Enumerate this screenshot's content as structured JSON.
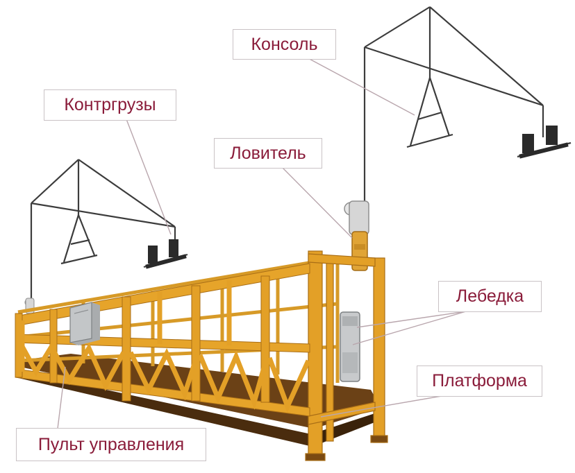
{
  "labels": {
    "console": "Консоль",
    "counterweights": "Контргрузы",
    "catcher": "Ловитель",
    "winch": "Лебедка",
    "platform": "Платформа",
    "control_panel": "Пульт управления"
  },
  "colors": {
    "label_text": "#8a1c3a",
    "label_border": "#c9c2c5",
    "leader_line": "#b9a6ad",
    "frame": "#e3a027",
    "frame_dark": "#b0741a",
    "platform_floor": "#5a3512",
    "wire": "#3c3c3c",
    "weight": "#2a2a2a",
    "metal": "#bfc2c4"
  },
  "icons": {
    "platform": "suspended-cradle-icon",
    "console": "roof-console-icon",
    "counterweight": "counterweight-icon",
    "winch": "winch-icon",
    "catcher": "safety-lock-icon",
    "control_box": "control-box-icon"
  }
}
